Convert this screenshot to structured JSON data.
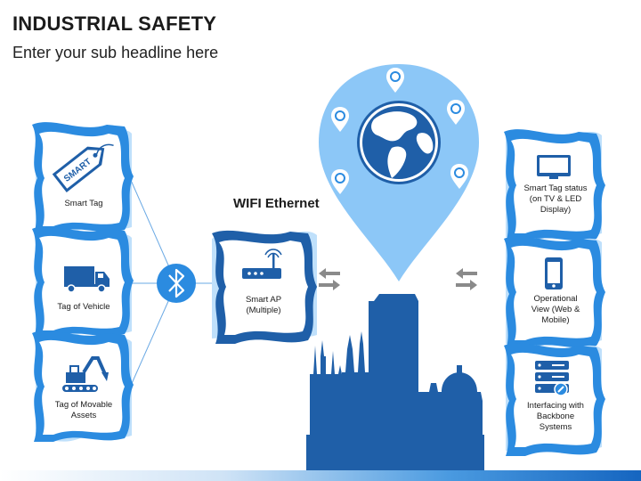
{
  "header": {
    "title": "INDUSTRIAL SAFETY",
    "subtitle": "Enter your sub headline here"
  },
  "network_label": "WIFI Ethernet",
  "left_cards": [
    {
      "label": "Smart Tag",
      "icon": "smart-tag-icon",
      "tag_text": "SMART"
    },
    {
      "label": "Tag of Vehicle",
      "icon": "truck-icon"
    },
    {
      "label": "Tag of Movable\nAssets",
      "icon": "excavator-icon"
    }
  ],
  "hub": {
    "icon": "bluetooth-icon"
  },
  "center_card": {
    "label": "Smart AP\n(Multiple)",
    "icon": "router-icon"
  },
  "right_cards": [
    {
      "label": "Smart Tag status\n(on TV & LED\nDisplay)",
      "icon": "tv-icon"
    },
    {
      "label": "Operational\nView (Web &\nMobile)",
      "icon": "mobile-phone-icon"
    },
    {
      "label": "Interfacing with\nBackbone\nSystems",
      "icon": "server-icon"
    }
  ],
  "colors": {
    "dark_blue": "#1f5fa8",
    "mid_blue": "#2b8be0",
    "light_blue": "#bfe0fb",
    "pin_blue": "#8cc7f7",
    "arrow_gray": "#8a8a8a"
  }
}
